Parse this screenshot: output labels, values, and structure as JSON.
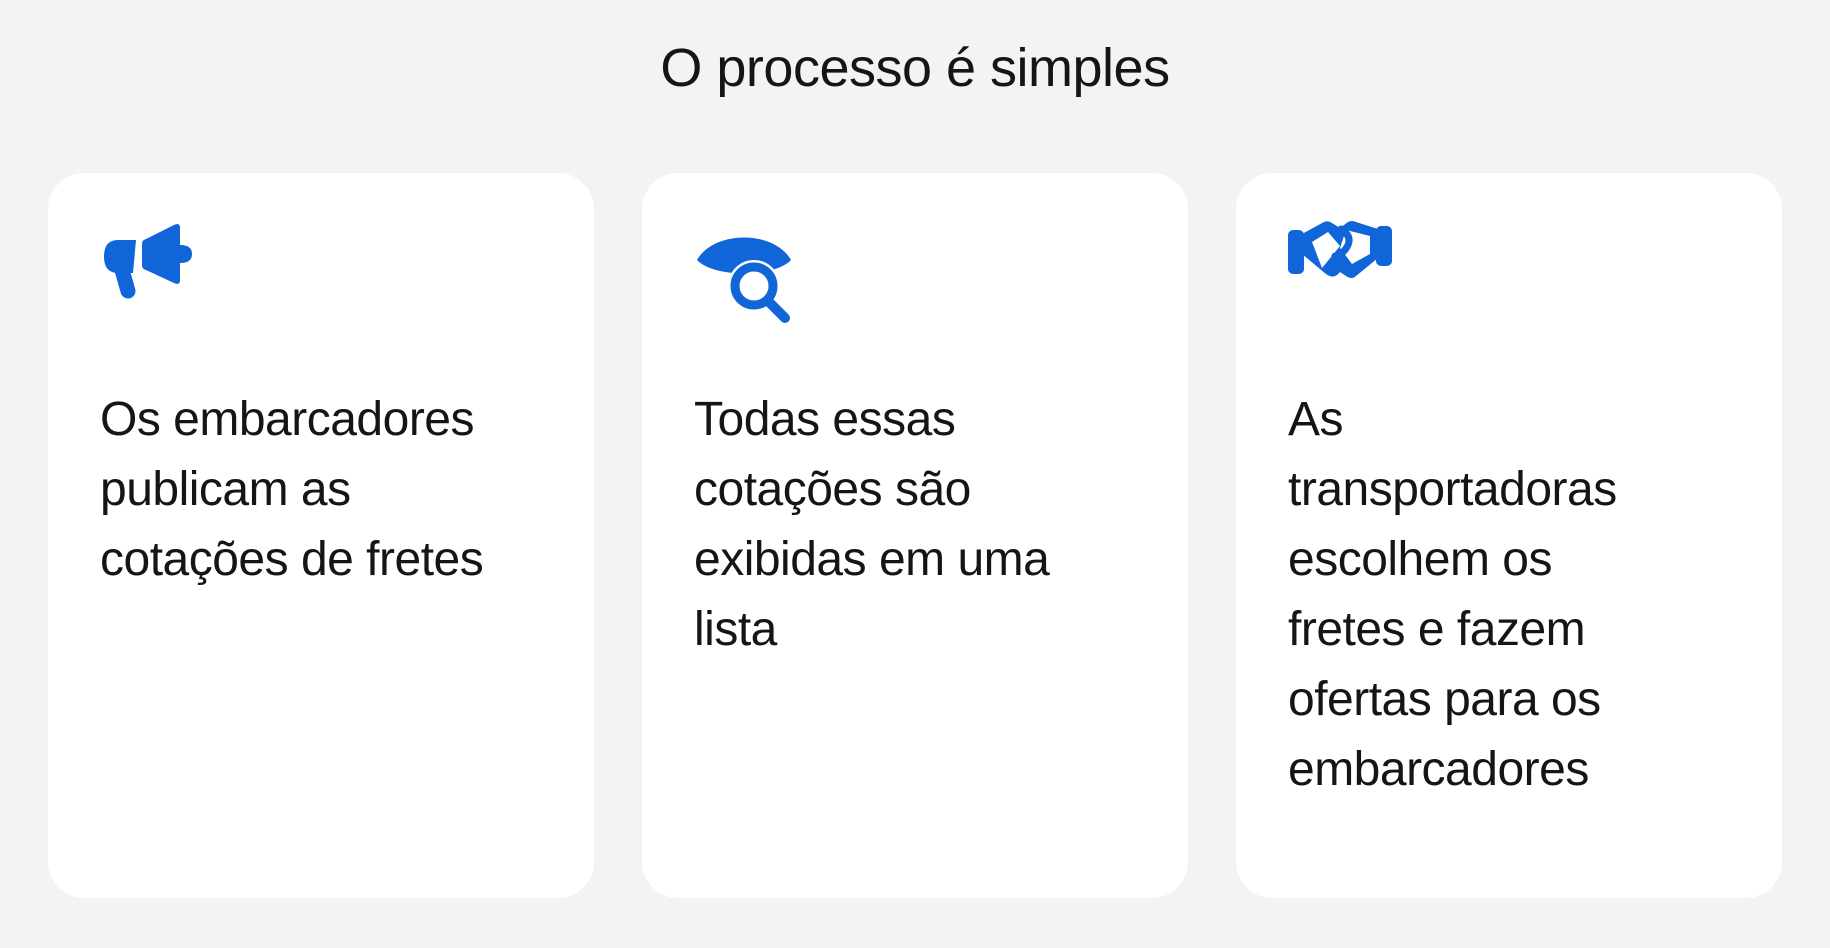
{
  "page": {
    "title": "O processo é simples",
    "colors": {
      "background": "#f3f3f1",
      "card": "#ffffff",
      "text": "#151515",
      "accent": "#1065d8"
    }
  },
  "steps": [
    {
      "icon": "megaphone-icon",
      "text": "Os embarcadores\npublicam as\ncotações de fretes"
    },
    {
      "icon": "eye-search-icon",
      "text": "Todas essas\ncotações são\nexibidas em uma\nlista"
    },
    {
      "icon": "handshake-icon",
      "text": "As\ntransportadoras\nescolhem os\nfretes e fazem\nofertas para os\nembarcadores"
    }
  ]
}
